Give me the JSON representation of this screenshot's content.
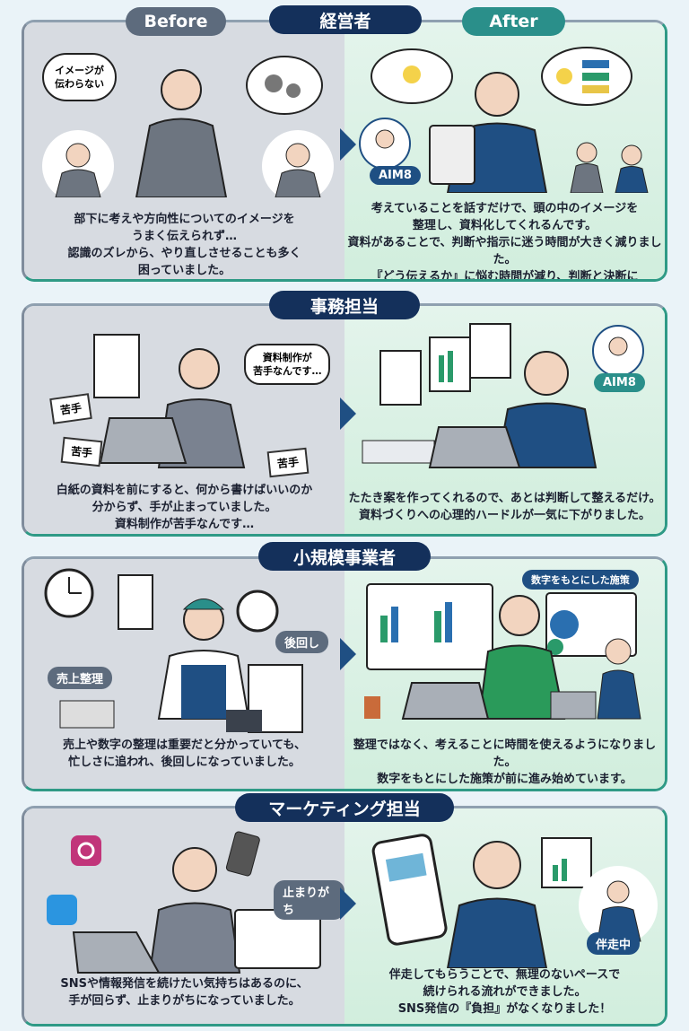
{
  "header": {
    "before_label": "Before",
    "after_label": "After"
  },
  "colors": {
    "navy": "#14305b",
    "teal": "#2a8f8a",
    "before_bg": "#d7dbe1",
    "after_bg": "#d6efe0"
  },
  "sections": [
    {
      "title": "経営者",
      "before_text": "部下に考えや方向性についてのイメージを\nうまく伝えられず…\n認識のズレから、やり直しさせることも多く\n困っていました。",
      "after_text": "考えていることを話すだけで、頭の中のイメージを\n整理し、資料化してくれるんです。\n資料があることで、判断や指示に迷う時間が大きく減りました。\n『どう伝えるか』に悩む時間が減り、判断と決断に\n集中できるようになっています。",
      "bubble": "イメージが\n伝わらない",
      "badge": "AIM8"
    },
    {
      "title": "事務担当",
      "before_text": "白紙の資料を前にすると、何から書けばいいのか\n分からず、手が止まっていました。\n資料制作が苦手なんです…",
      "after_text": "たたき案を作ってくれるので、あとは判断して整えるだけ。\n資料づくりへの心理的ハードルが一気に下がりました。",
      "bubble": "資料制作が\n苦手なんです…",
      "papers": [
        "苦手",
        "苦手",
        "苦手"
      ],
      "badge": "AIM8"
    },
    {
      "title": "小規模事業者",
      "before_text": "売上や数字の整理は重要だと分かっていても、\n忙しさに追われ、後回しになっていました。",
      "after_text": "整理ではなく、考えることに時間を使えるようになりました。\n数字をもとにした施策が前に進み始めています。",
      "tag1": "売上整理",
      "tag2": "後回し",
      "after_tag": "数字をもとにした施策"
    },
    {
      "title": "マーケティング担当",
      "before_text": "SNSや情報発信を続けたい気持ちはあるのに、\n手が回らず、止まりがちになっていました。",
      "after_text": "伴走してもらうことで、無理のないペースで\n続けられる流れができました。\nSNS発信の『負担』がなくなりました！",
      "tag1": "止まりがち",
      "after_tag": "伴走中"
    }
  ]
}
